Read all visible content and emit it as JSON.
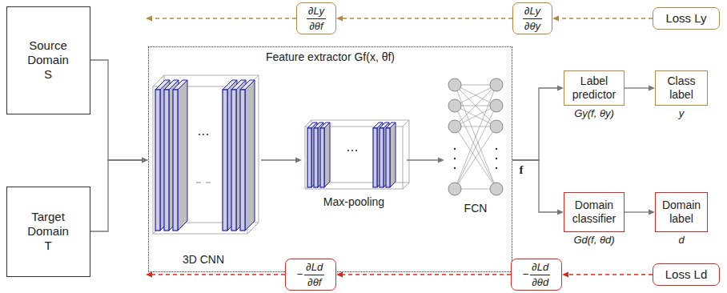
{
  "diagram": {
    "nodes": [
      {
        "text": [
          "Source Domain S"
        ]
      },
      {
        "text": [
          "Target Domain T"
        ]
      },
      {
        "text": [
          "Feature extractor Gf(x, θf)"
        ]
      },
      {
        "text": [
          "Label predictor",
          "Gy(f, θy)"
        ]
      },
      {
        "text": [
          "Class label",
          "y"
        ]
      },
      {
        "text": [
          "Domain classifier",
          "Gd(f, θd)"
        ]
      },
      {
        "text": [
          "Domain label",
          "d"
        ]
      },
      {
        "text": [
          "∂Ly",
          "∂θf"
        ]
      },
      {
        "text": [
          "∂Ly",
          "∂θy"
        ]
      },
      {
        "text": [
          "Loss Ly"
        ]
      },
      {
        "text": [
          "−",
          "∂Ld",
          "∂θf"
        ]
      },
      {
        "text": [
          "−",
          "∂Ld",
          "∂θd"
        ]
      },
      {
        "text": [
          "Loss Ld"
        ]
      }
    ],
    "edges": [
      {
        "from": 0,
        "to": 2,
        "arrow": "to"
      },
      {
        "from": 1,
        "to": 2,
        "arrow": "to"
      },
      {
        "from": 2,
        "to": 3,
        "arrow": "to"
      },
      {
        "from": 2,
        "to": 5,
        "arrow": "to"
      },
      {
        "from": 3,
        "to": 4,
        "arrow": "to"
      },
      {
        "from": 5,
        "to": 6,
        "arrow": "to"
      },
      {
        "from": 9,
        "to": 8,
        "arrow": "to"
      },
      {
        "from": 8,
        "to": 7,
        "arrow": "to"
      },
      {
        "from": 12,
        "to": 11,
        "arrow": "to"
      },
      {
        "from": 11,
        "to": 10,
        "arrow": "to"
      }
    ],
    "labels": [
      "3D CNN",
      "Max-pooling",
      "FCN",
      "f"
    ]
  }
}
